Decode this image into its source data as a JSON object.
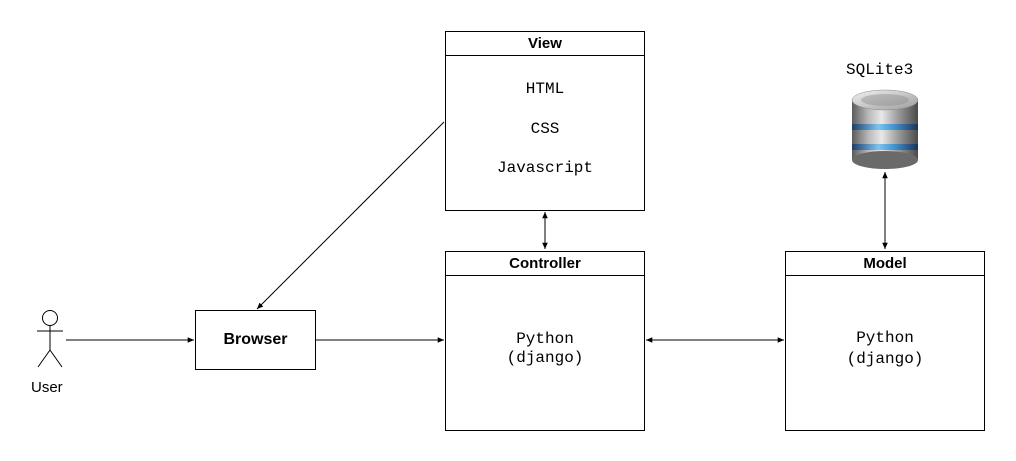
{
  "view": {
    "title": "View",
    "lines": [
      "HTML",
      "CSS",
      "Javascript"
    ]
  },
  "controller": {
    "title": "Controller",
    "line1": "Python",
    "line2": "(django)"
  },
  "model": {
    "title": "Model",
    "line1": "Python",
    "line2": "(django)"
  },
  "browser": {
    "label": "Browser"
  },
  "user": {
    "label": "User"
  },
  "database": {
    "label": "SQLite3",
    "icon": "database-icon"
  }
}
